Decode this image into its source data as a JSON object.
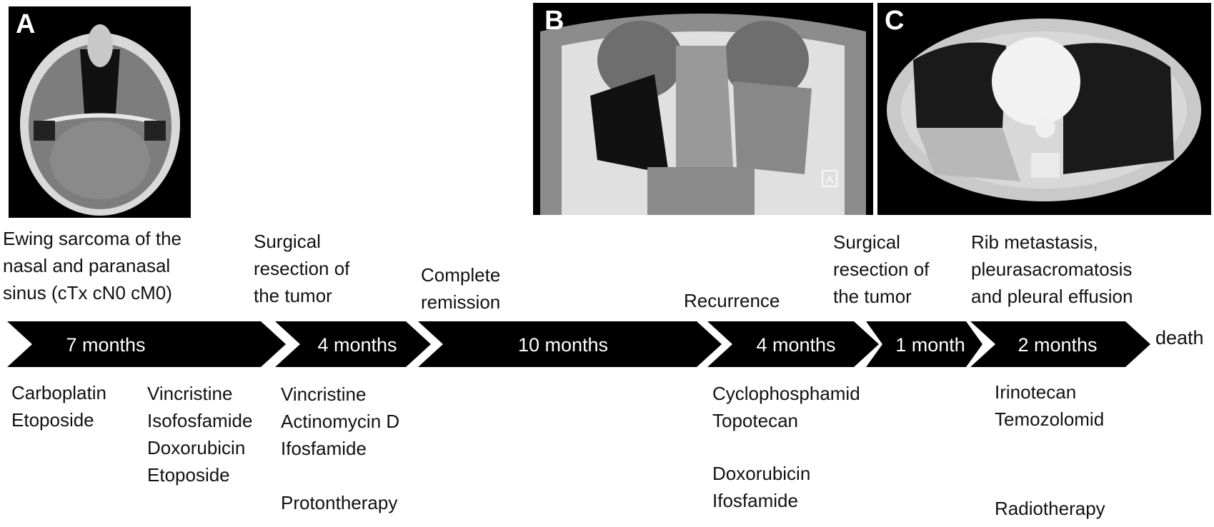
{
  "panels": [
    {
      "letter": "A",
      "scan": "axial-head-ct"
    },
    {
      "letter": "B",
      "scan": "coronal-sinus-ct",
      "marker": "A"
    },
    {
      "letter": "C",
      "scan": "axial-chest-ct"
    }
  ],
  "events": [
    {
      "text": "Ewing sarcoma of the\nnasal and paranasal\nsinus (cTx cN0 cM0)"
    },
    {
      "text": "Surgical\nresection of\nthe tumor"
    },
    {
      "text": "Complete\nremission"
    },
    {
      "text": "Recurrence"
    },
    {
      "text": "Surgical\nresection of\nthe tumor"
    },
    {
      "text": "Rib metastasis,\npleurasacromatosis\nand pleural effusion"
    }
  ],
  "segments": [
    {
      "label": "7 months"
    },
    {
      "label": "4 months"
    },
    {
      "label": "10 months"
    },
    {
      "label": "4 months"
    },
    {
      "label": "1 month"
    },
    {
      "label": "2 months"
    }
  ],
  "end_label": "death",
  "treatments": [
    {
      "text": "Carboplatin\nEtoposide"
    },
    {
      "text": "Vincristine\nIsofosfamide\nDoxorubicin\nEtoposide"
    },
    {
      "text": "Vincristine\nActinomycin D\nIfosfamide\n\nProtontherapy"
    },
    {
      "text": "Cyclophosphamid\nTopotecan"
    },
    {
      "text": "Doxorubicin\nIfosfamide"
    },
    {
      "text": "Irinotecan\nTemozolomid"
    },
    {
      "text": "Radiotherapy"
    }
  ],
  "colors": {
    "arrow": "#000000",
    "arrow_text": "#ffffff"
  }
}
